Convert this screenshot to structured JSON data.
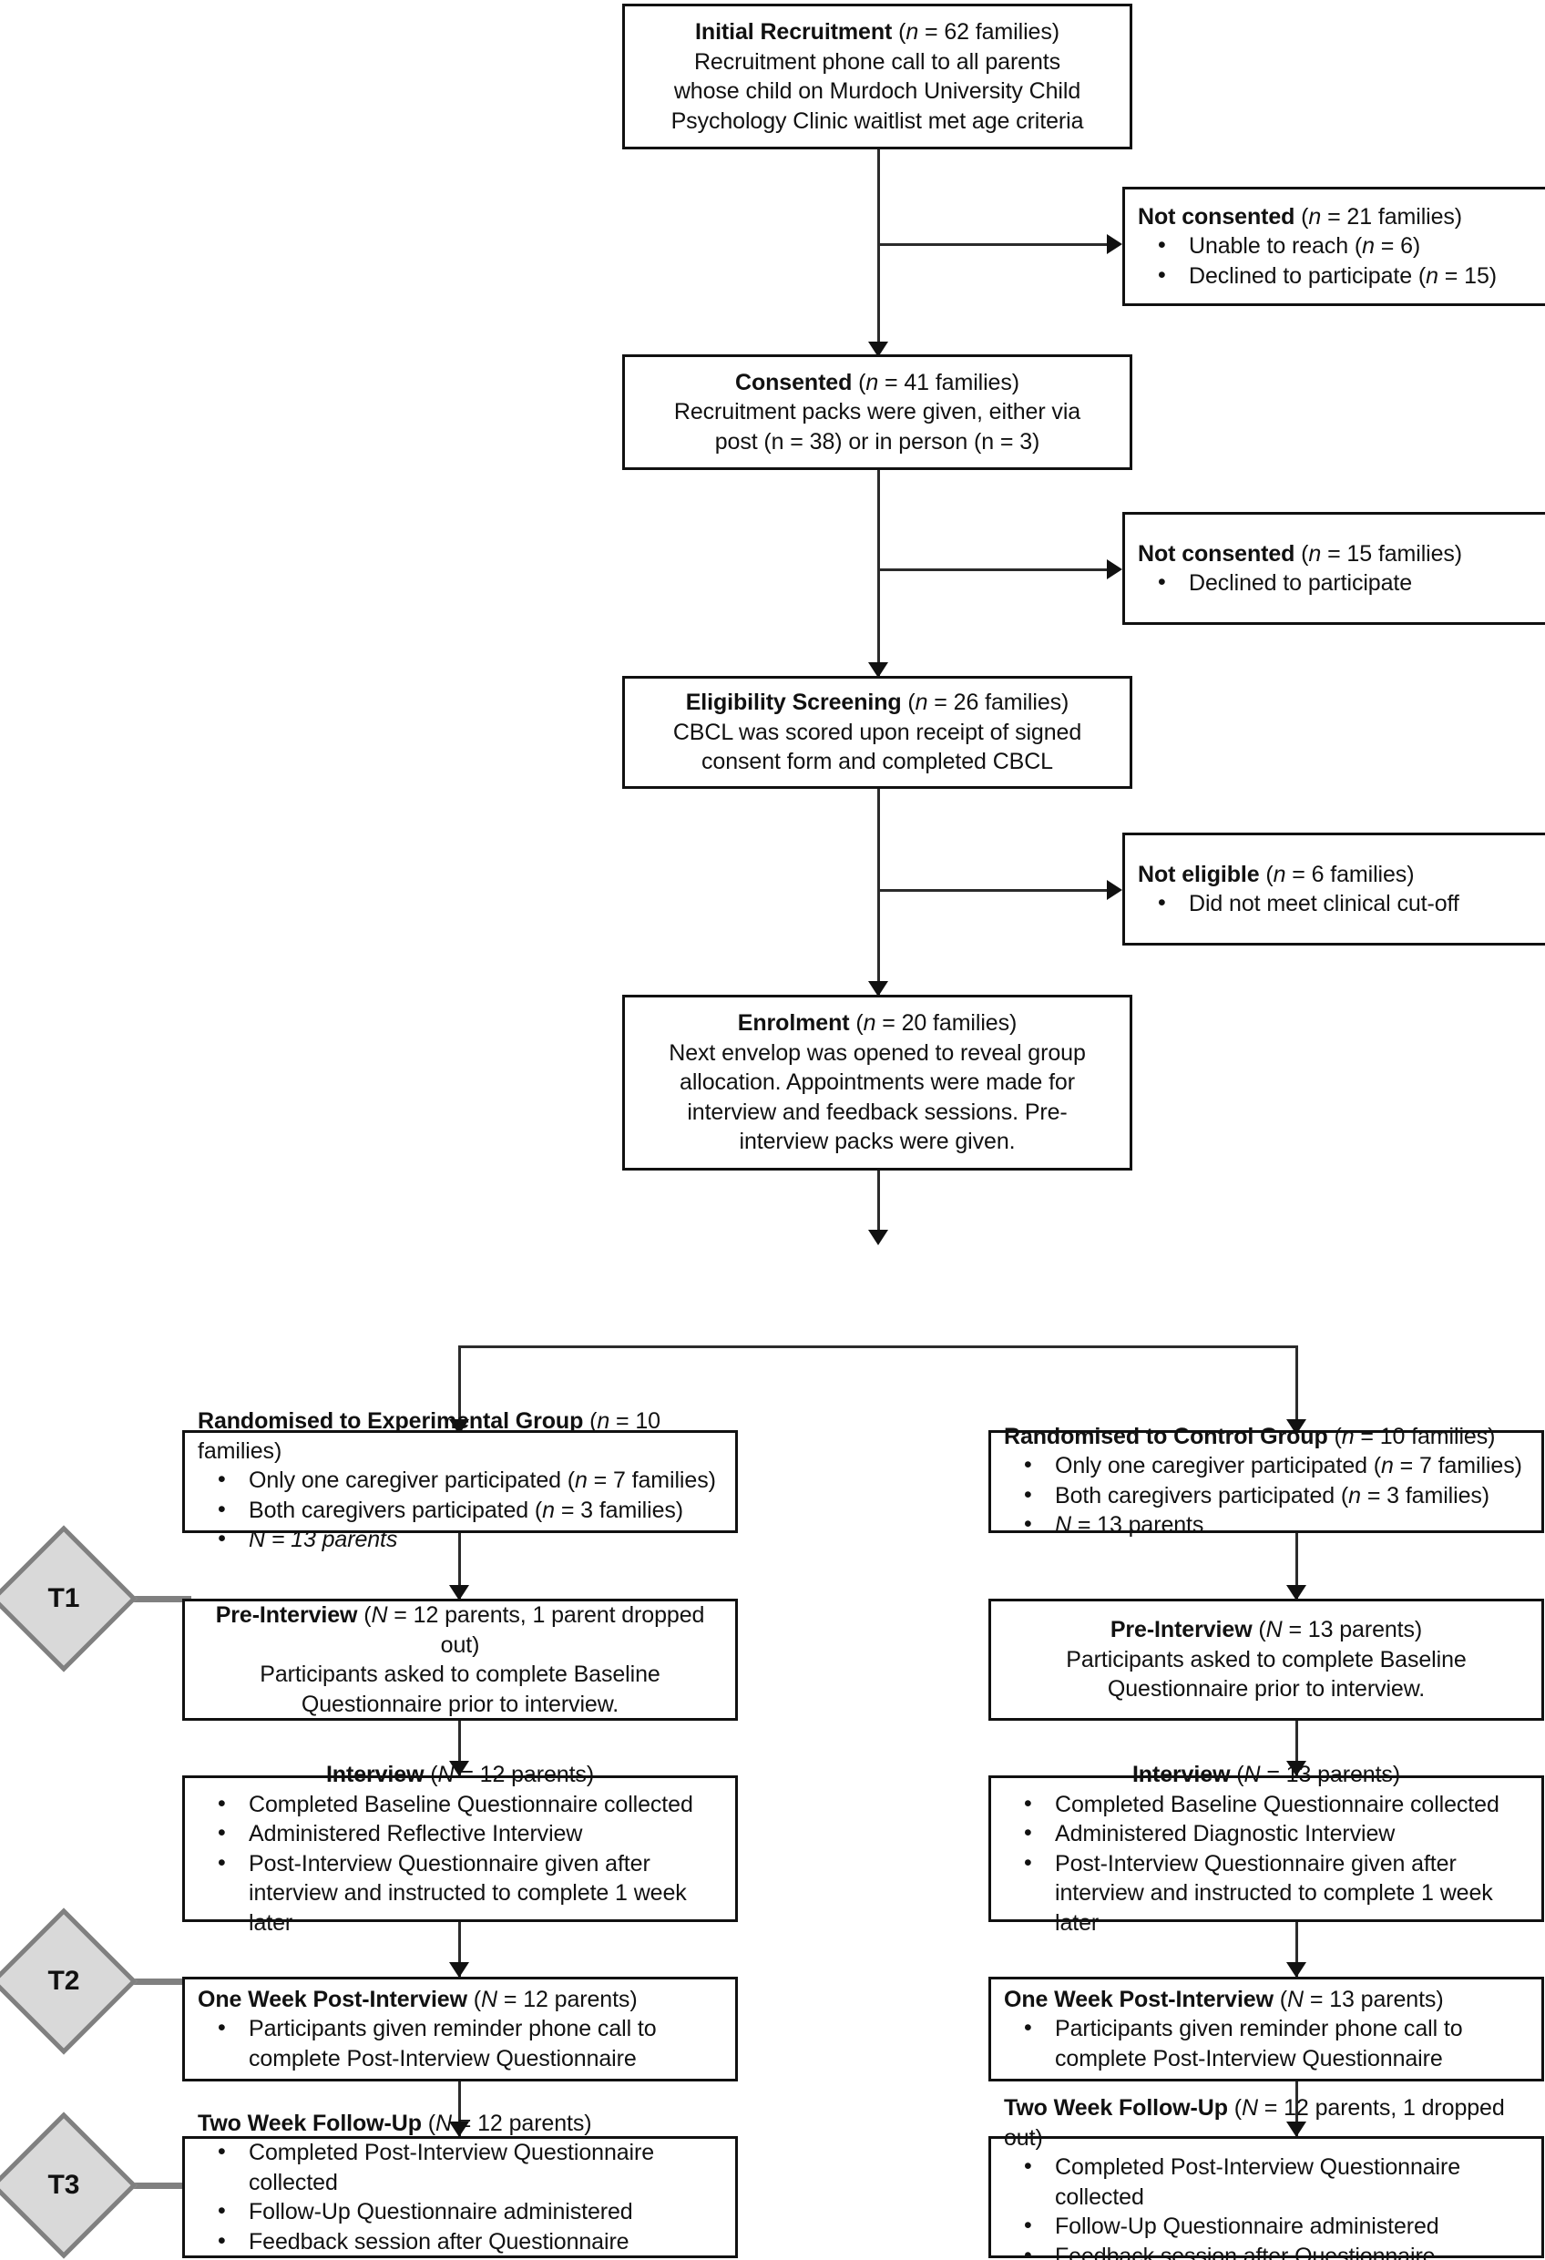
{
  "diagram": {
    "type": "participant-flow-chart",
    "title": "Study participant flow diagram",
    "colors": {
      "box_border": "#111111",
      "box_fill": "#ffffff",
      "connector": "#2b2b2b",
      "diamond_fill": "#d9d9d9",
      "diamond_border": "#808080"
    }
  },
  "nodes": {
    "initial_recruitment": {
      "title_bold": "Initial Recruitment",
      "title_rest": " (n = 62 families)",
      "lines": [
        "Recruitment phone call to all parents",
        "whose child on Murdoch University Child",
        "Psychology Clinic waitlist met age criteria"
      ]
    },
    "not_consented_1": {
      "title_bold": "Not consented",
      "title_rest": " (n = 21 families)",
      "bullets": [
        "Unable to reach (n = 6)",
        "Declined to participate (n = 15)"
      ]
    },
    "consented": {
      "title_bold": "Consented",
      "title_rest": " (n = 41 families)",
      "lines": [
        "Recruitment packs were given, either via",
        "post (n = 38) or in person (n = 3)"
      ]
    },
    "not_consented_2": {
      "title_bold": "Not consented",
      "title_rest": " (n = 15 families)",
      "bullets": [
        "Declined to participate"
      ]
    },
    "eligibility_screening": {
      "title_bold": "Eligibility Screening",
      "title_rest": " (n = 26 families)",
      "lines": [
        "CBCL was scored upon receipt of signed",
        "consent form and completed CBCL"
      ]
    },
    "not_eligible": {
      "title_bold": "Not eligible",
      "title_rest": " (n = 6 families)",
      "bullets": [
        "Did not meet clinical cut-off"
      ]
    },
    "enrolment": {
      "title_bold": "Enrolment",
      "title_rest": " (n = 20 families)",
      "lines": [
        "Next envelop was opened to reveal group",
        "allocation. Appointments were made for",
        "interview and feedback sessions. Pre-",
        "interview packs were given."
      ]
    },
    "randomised_experimental": {
      "title_bold": "Randomised to Experimental Group",
      "title_rest": " (n = 10 families)",
      "bullets": [
        "Only one caregiver participated (n = 7 families)",
        "Both caregivers participated (n = 3 families)",
        "N = 13 parents"
      ]
    },
    "randomised_control": {
      "title_bold": "Randomised to Control Group",
      "title_rest": " (n = 10 families)",
      "bullets": [
        "Only one caregiver participated (n = 7 families)",
        "Both caregivers participated (n = 3 families)",
        "N = 13 parents"
      ]
    },
    "pre_interview_exp": {
      "title_bold": "Pre-Interview",
      "title_rest": " (N = 12 parents, 1 parent dropped out)",
      "lines": [
        "Participants asked to complete Baseline",
        "Questionnaire prior to interview."
      ]
    },
    "pre_interview_ctrl": {
      "title_bold": "Pre-Interview",
      "title_rest": " (N = 13 parents)",
      "lines": [
        "Participants asked to complete Baseline",
        "Questionnaire prior to interview."
      ]
    },
    "interview_exp": {
      "title_bold": "Interview",
      "title_rest": " (N = 12 parents)",
      "bullets": [
        "Completed Baseline Questionnaire collected",
        "Administered Reflective Interview",
        "Post-Interview Questionnaire given after interview and instructed to complete 1 week later"
      ]
    },
    "interview_ctrl": {
      "title_bold": "Interview",
      "title_rest": " (N = 13 parents)",
      "bullets": [
        "Completed Baseline Questionnaire collected",
        "Administered Diagnostic Interview",
        "Post-Interview Questionnaire given after interview and instructed to complete 1 week later"
      ]
    },
    "one_week_exp": {
      "title_bold": "One Week Post-Interview",
      "title_rest": " (N = 12 parents)",
      "bullets": [
        "Participants given reminder phone call to complete Post-Interview Questionnaire"
      ]
    },
    "one_week_ctrl": {
      "title_bold": "One Week Post-Interview",
      "title_rest": " (N = 13 parents)",
      "bullets": [
        "Participants given reminder phone call to complete Post-Interview Questionnaire"
      ]
    },
    "two_week_exp": {
      "title_bold": "Two Week Follow-Up",
      "title_rest": " (N = 12 parents)",
      "bullets": [
        "Completed Post-Interview Questionnaire collected",
        "Follow-Up Questionnaire administered",
        "Feedback session after Questionnaire completed"
      ]
    },
    "two_week_ctrl": {
      "title_bold": "Two Week Follow-Up",
      "title_rest": " (N = 12 parents, 1 dropped out)",
      "bullets": [
        "Completed Post-Interview Questionnaire collected",
        "Follow-Up Questionnaire administered",
        "Feedback session after Questionnaire completed"
      ]
    }
  },
  "timepoints": [
    {
      "label": "T1"
    },
    {
      "label": "T2"
    },
    {
      "label": "T3"
    }
  ]
}
